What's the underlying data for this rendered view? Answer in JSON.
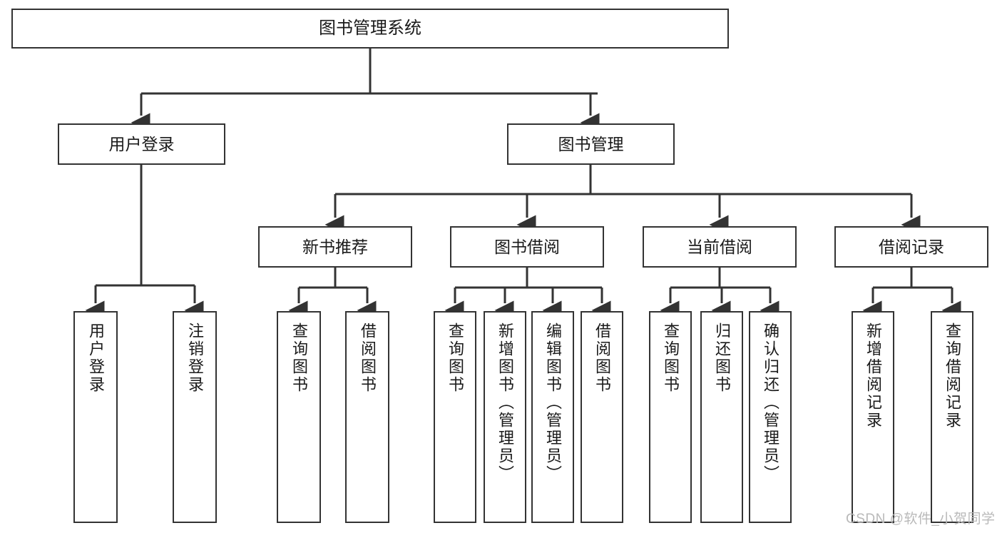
{
  "diagram": {
    "type": "tree-hierarchy",
    "title": "图书管理系统",
    "root": {
      "label": "图书管理系统"
    },
    "level2": [
      {
        "label": "用户登录"
      },
      {
        "label": "图书管理"
      }
    ],
    "level3": [
      {
        "label": "新书推荐"
      },
      {
        "label": "图书借阅"
      },
      {
        "label": "当前借阅"
      },
      {
        "label": "借阅记录"
      }
    ],
    "leaves_user_login": [
      {
        "label": "用户登录"
      },
      {
        "label": "注销登录"
      }
    ],
    "leaves_new_books": [
      {
        "label": "查询图书"
      },
      {
        "label": "借阅图书"
      }
    ],
    "leaves_borrow": [
      {
        "label": "查询图书"
      },
      {
        "label": "新增图书（管理员）"
      },
      {
        "label": "编辑图书（管理员）"
      },
      {
        "label": "借阅图书"
      }
    ],
    "leaves_current": [
      {
        "label": "查询图书"
      },
      {
        "label": "归还图书"
      },
      {
        "label": "确认归还（管理员）"
      }
    ],
    "leaves_records": [
      {
        "label": "新增借阅记录"
      },
      {
        "label": "查询借阅记录"
      }
    ],
    "watermark": "CSDN @软件_小贺同学",
    "colors": {
      "border": "#333333",
      "background": "#ffffff",
      "text": "#1a1a1a",
      "watermark": "#b9b9b9"
    }
  }
}
